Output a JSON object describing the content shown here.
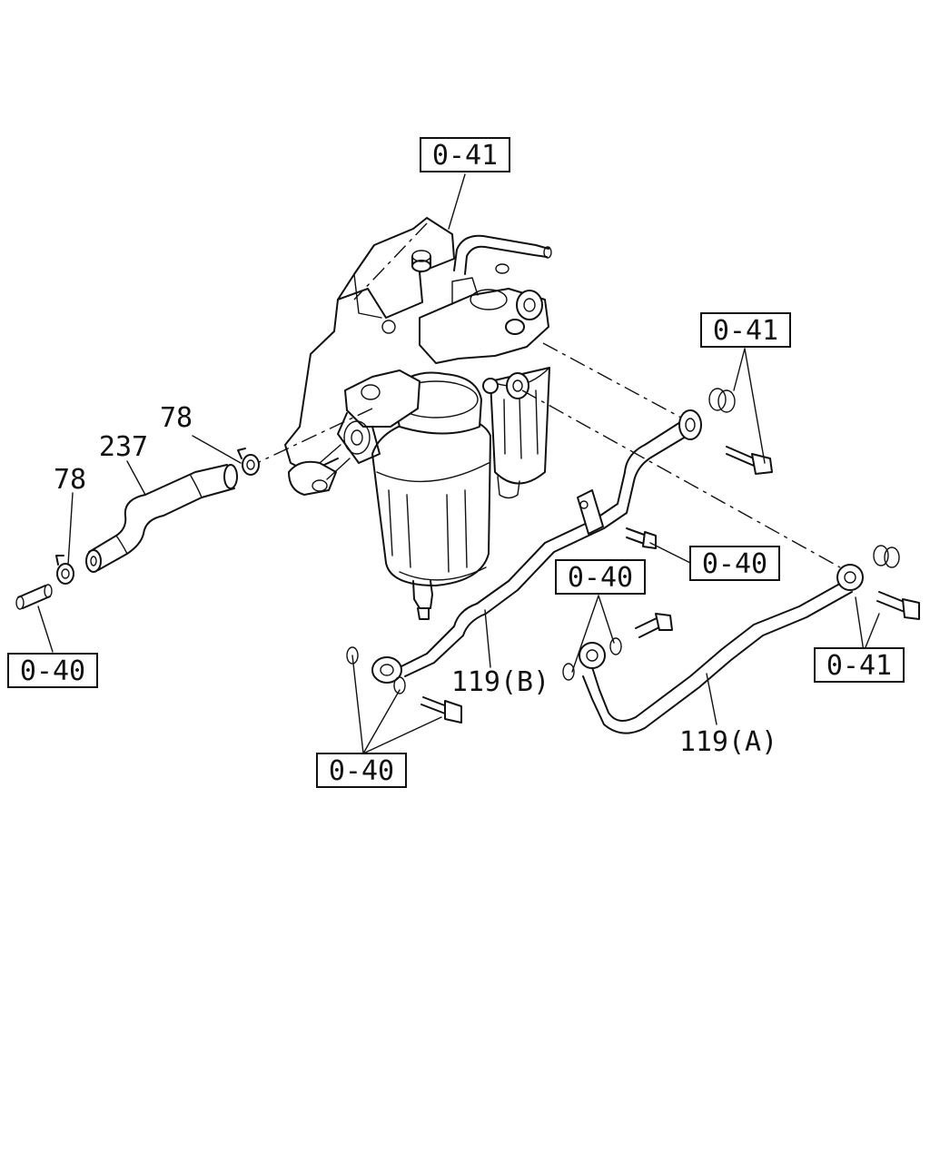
{
  "diagram": {
    "refs": {
      "top": "0-41",
      "right_upper": "0-41",
      "right_lower": "0-41",
      "left": "0-40",
      "bracket_bolt": "0-40",
      "tube_a_end": "0-40",
      "bottom": "0-40"
    },
    "parts": {
      "clip_upper": "78",
      "hose": "237",
      "clip_lower": "78",
      "tube_b": "119(B)",
      "tube_a": "119(A)"
    }
  }
}
